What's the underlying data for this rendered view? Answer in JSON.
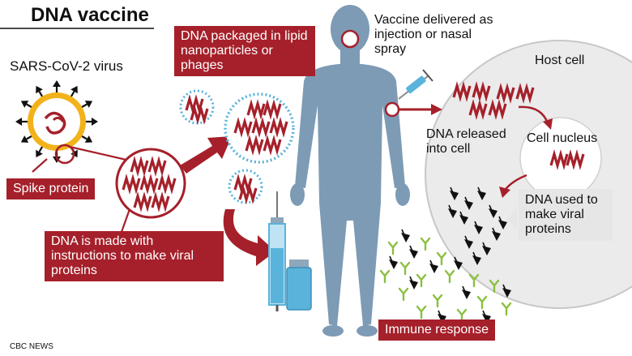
{
  "title": "DNA vaccine",
  "labels": {
    "virus": "SARS-CoV-2 virus",
    "spike": "Spike protein",
    "dna_made": "DNA is made with instructions to make viral proteins",
    "packaged": "DNA packaged in lipid nanoparticles or phages",
    "delivered": "Vaccine delivered as injection or nasal spray",
    "host_cell": "Host cell",
    "released": "DNA released into cell",
    "nucleus": "Cell nucleus",
    "dna_used": "DNA used to make viral proteins",
    "immune": "Immune response"
  },
  "credit": "CBC NEWS",
  "colors": {
    "accent_red": "#a5202a",
    "body_blue": "#7d9bb5",
    "nano_blue": "#5ab3db",
    "spike_yellow": "#f2b21a",
    "antibody_green": "#8bbf3f",
    "cell_grey": "#ebebeb"
  }
}
